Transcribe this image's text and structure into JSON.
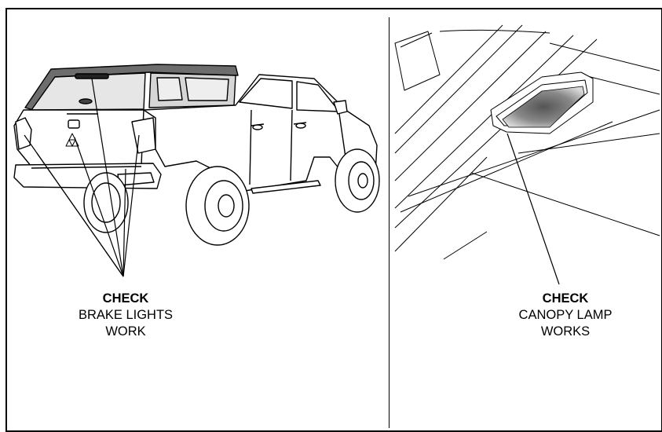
{
  "left_panel": {
    "illustration": "pickup-truck-rear-view-with-canopy",
    "caption": {
      "heading": "CHECK",
      "line1": "BRAKE LIGHTS",
      "line2": "WORK"
    }
  },
  "right_panel": {
    "illustration": "canopy-interior-roof-lamp",
    "caption": {
      "heading": "CHECK",
      "line1": "CANOPY LAMP",
      "line2": "WORKS"
    }
  }
}
